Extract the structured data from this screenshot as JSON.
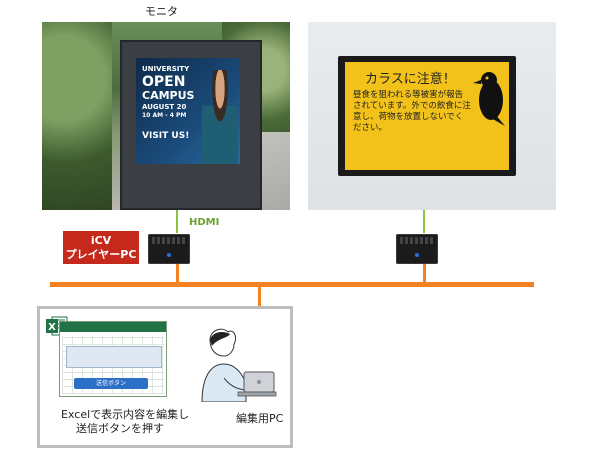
{
  "monitor_label": "モニタ",
  "hdmi_label": "HDMI",
  "player_pc": {
    "line1": "iCV",
    "line2": "プレイヤーPC"
  },
  "left_photo": {
    "screen_line1": "UNIVERSITY",
    "screen_line2": "OPEN",
    "screen_line3": "CAMPUS",
    "screen_line4": "AUGUST 20",
    "screen_line5": "10 AM - 4 PM",
    "screen_line6": "VISIT US!"
  },
  "right_photo": {
    "screen_title": "カラスに注意！",
    "screen_body": "昼食を狙われる等被害が報告されています。外での飲食に注意し、荷物を放置しないでください。"
  },
  "excel": {
    "send_button": "送信ボタン",
    "caption_line1": "Excelで表示内容を編集し",
    "caption_line2": "送信ボタンを押す"
  },
  "edit_pc_label": "編集用PC",
  "colors": {
    "hdmi_line": "#88c53f",
    "lan_line": "#f58220",
    "player_badge": "#c5291c",
    "excel_button": "#2c6fc7",
    "box_border": "#bdbdbd"
  },
  "icons": {
    "excel": "excel-icon",
    "mini_pc": "mini-pc-icon",
    "person_laptop": "person-laptop-icon",
    "crow": "crow-icon"
  }
}
